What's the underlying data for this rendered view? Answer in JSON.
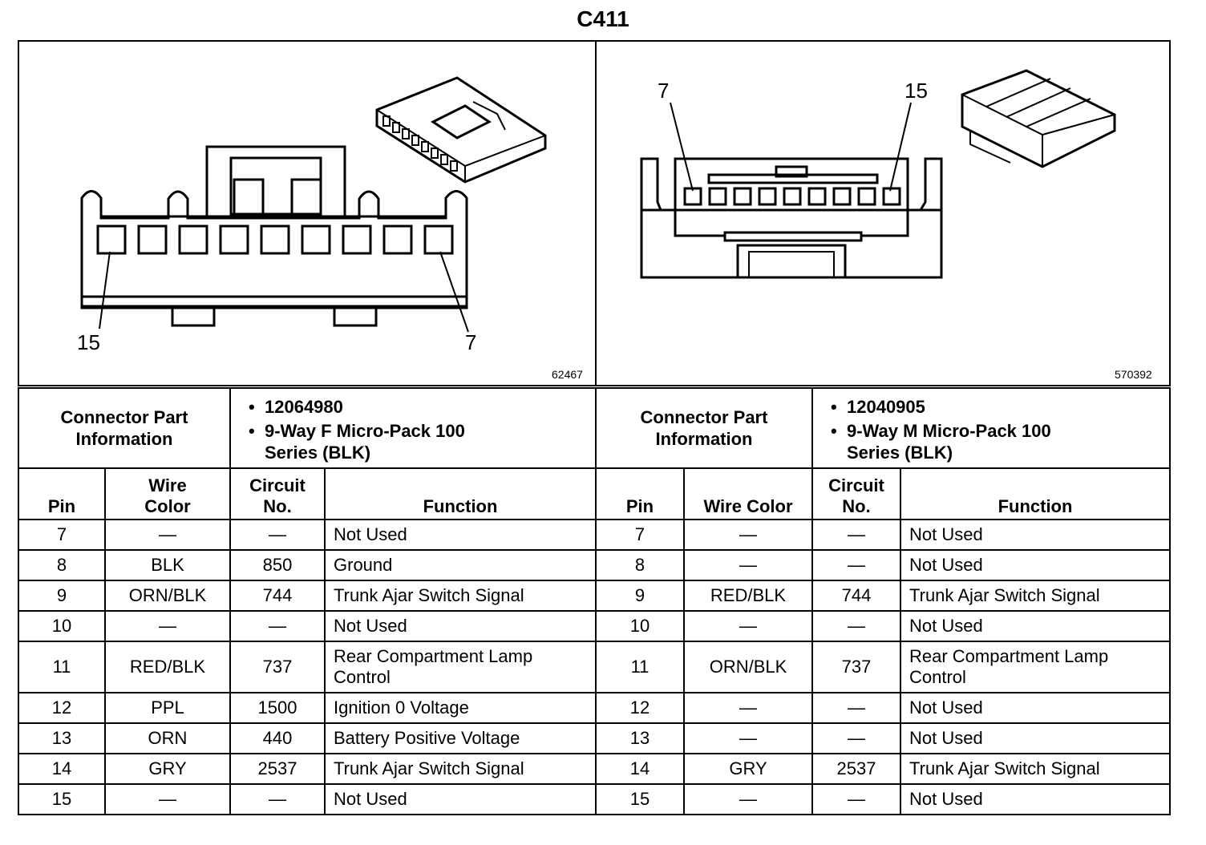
{
  "title": "C411",
  "left": {
    "figure_id": "62467",
    "pin_label_left": "15",
    "pin_label_right": "7",
    "info_label": "Connector Part Information",
    "part_number": "12064980",
    "description": "9-Way F Micro-Pack 100 Series (BLK)",
    "headers": {
      "pin": "Pin",
      "wire_color": "Wire Color",
      "circuit": "Circuit No.",
      "function": "Function"
    },
    "rows": [
      {
        "pin": "7",
        "wire": "—",
        "circuit": "—",
        "function": "Not Used"
      },
      {
        "pin": "8",
        "wire": "BLK",
        "circuit": "850",
        "function": "Ground"
      },
      {
        "pin": "9",
        "wire": "ORN/BLK",
        "circuit": "744",
        "function": "Trunk Ajar Switch Signal"
      },
      {
        "pin": "10",
        "wire": "—",
        "circuit": "—",
        "function": "Not Used"
      },
      {
        "pin": "11",
        "wire": "RED/BLK",
        "circuit": "737",
        "function": "Rear Compartment Lamp Control"
      },
      {
        "pin": "12",
        "wire": "PPL",
        "circuit": "1500",
        "function": "Ignition 0 Voltage"
      },
      {
        "pin": "13",
        "wire": "ORN",
        "circuit": "440",
        "function": "Battery Positive Voltage"
      },
      {
        "pin": "14",
        "wire": "GRY",
        "circuit": "2537",
        "function": "Trunk Ajar Switch Signal"
      },
      {
        "pin": "15",
        "wire": "—",
        "circuit": "—",
        "function": "Not Used"
      }
    ]
  },
  "right": {
    "figure_id": "570392",
    "pin_label_left": "7",
    "pin_label_right": "15",
    "info_label": "Connector Part Information",
    "part_number": "12040905",
    "description": "9-Way M Micro-Pack 100 Series (BLK)",
    "headers": {
      "pin": "Pin",
      "wire_color": "Wire Color",
      "circuit": "Circuit No.",
      "function": "Function"
    },
    "rows": [
      {
        "pin": "7",
        "wire": "—",
        "circuit": "—",
        "function": "Not Used"
      },
      {
        "pin": "8",
        "wire": "—",
        "circuit": "—",
        "function": "Not Used"
      },
      {
        "pin": "9",
        "wire": "RED/BLK",
        "circuit": "744",
        "function": "Trunk Ajar Switch Signal"
      },
      {
        "pin": "10",
        "wire": "—",
        "circuit": "—",
        "function": "Not Used"
      },
      {
        "pin": "11",
        "wire": "ORN/BLK",
        "circuit": "737",
        "function": "Rear Compartment Lamp Control"
      },
      {
        "pin": "12",
        "wire": "—",
        "circuit": "—",
        "function": "Not Used"
      },
      {
        "pin": "13",
        "wire": "—",
        "circuit": "—",
        "function": "Not Used"
      },
      {
        "pin": "14",
        "wire": "GRY",
        "circuit": "2537",
        "function": "Trunk Ajar Switch Signal"
      },
      {
        "pin": "15",
        "wire": "—",
        "circuit": "—",
        "function": "Not Used"
      }
    ]
  }
}
